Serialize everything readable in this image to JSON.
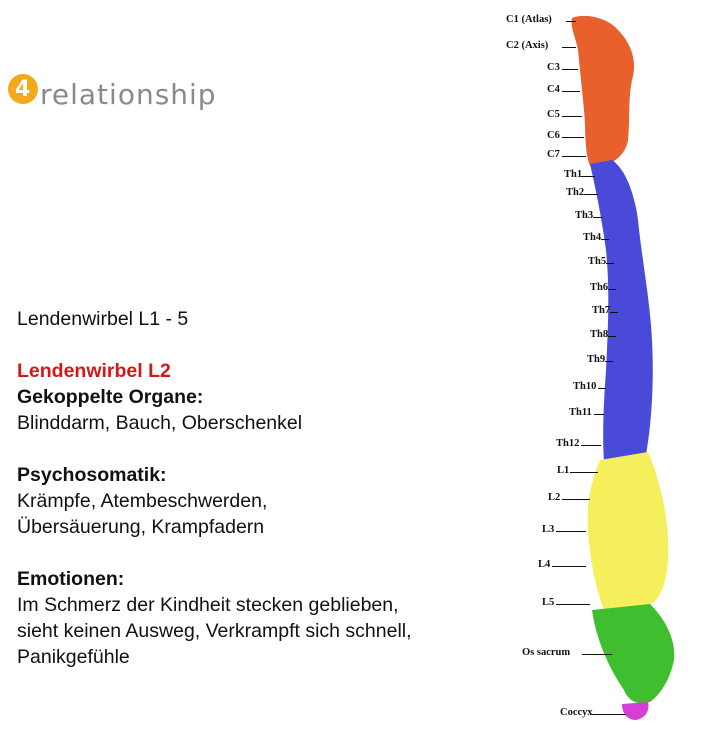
{
  "logo": {
    "mark": "4",
    "text": "relationship"
  },
  "content": {
    "title": "Lendenwirbel L1 - 5",
    "vertebra": "Lendenwirbel L2",
    "organs_heading": "Gekoppelte Organe:",
    "organs": "Blinddarm, Bauch, Oberschenkel",
    "psycho_heading": "Psychosomatik:",
    "psycho_lines": [
      "Krämpfe, Atembeschwerden,",
      "Übersäuerung, Krampfadern"
    ],
    "emotions_heading": "Emotionen:",
    "emotions_lines": [
      "Im Schmerz der Kindheit stecken geblieben,",
      "sieht keinen Ausweg, Verkrampft sich schnell,",
      "Panikgefühle"
    ]
  },
  "spine": {
    "colors": {
      "cervical": "#e8612c",
      "thoracic": "#4a4ad8",
      "lumbar": "#f4ef5a",
      "sacrum": "#3fbf2f",
      "coccyx": "#d63fd6"
    },
    "labels": [
      "C1 (Atlas)",
      "C2 (Axis)",
      "C3",
      "C4",
      "C5",
      "C6",
      "C7",
      "Th1",
      "Th2",
      "Th3",
      "Th4",
      "Th5",
      "Th6",
      "Th7",
      "Th8",
      "Th9",
      "Th10",
      "Th11",
      "Th12",
      "L1",
      "L2",
      "L3",
      "L4",
      "L5",
      "Os sacrum",
      "Coccyx"
    ]
  }
}
